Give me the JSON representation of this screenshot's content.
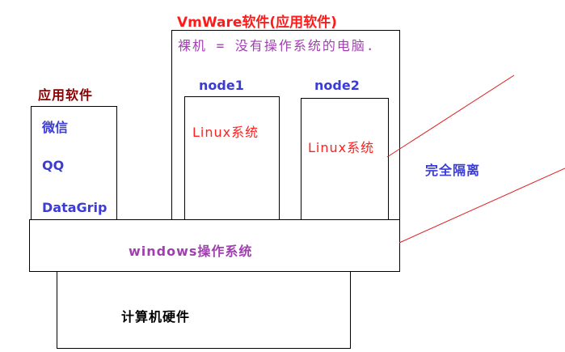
{
  "vmware": {
    "title": "VmWare软件(应用软件)",
    "note": "裸机 = 没有操作系统的电脑.",
    "nodes": [
      {
        "name": "node1",
        "os": "Linux系统"
      },
      {
        "name": "node2",
        "os": "Linux系统"
      }
    ]
  },
  "apps": {
    "title": "应用软件",
    "items": [
      "微信",
      "QQ",
      "DataGrip"
    ]
  },
  "os_layer": {
    "label": "windows操作系统"
  },
  "hardware_layer": {
    "label": "计算机硬件"
  },
  "isolation": {
    "label": "完全隔离",
    "line_color": "#e02020"
  },
  "colors": {
    "vm_title": "#ff1a1a",
    "note": "#a040b0",
    "node_label": "#3b3bd6",
    "linux": "#ff2020",
    "apps_title": "#8b0000",
    "apps_item": "#3b3bd6",
    "windows": "#a040b0",
    "hardware": "#000000"
  }
}
